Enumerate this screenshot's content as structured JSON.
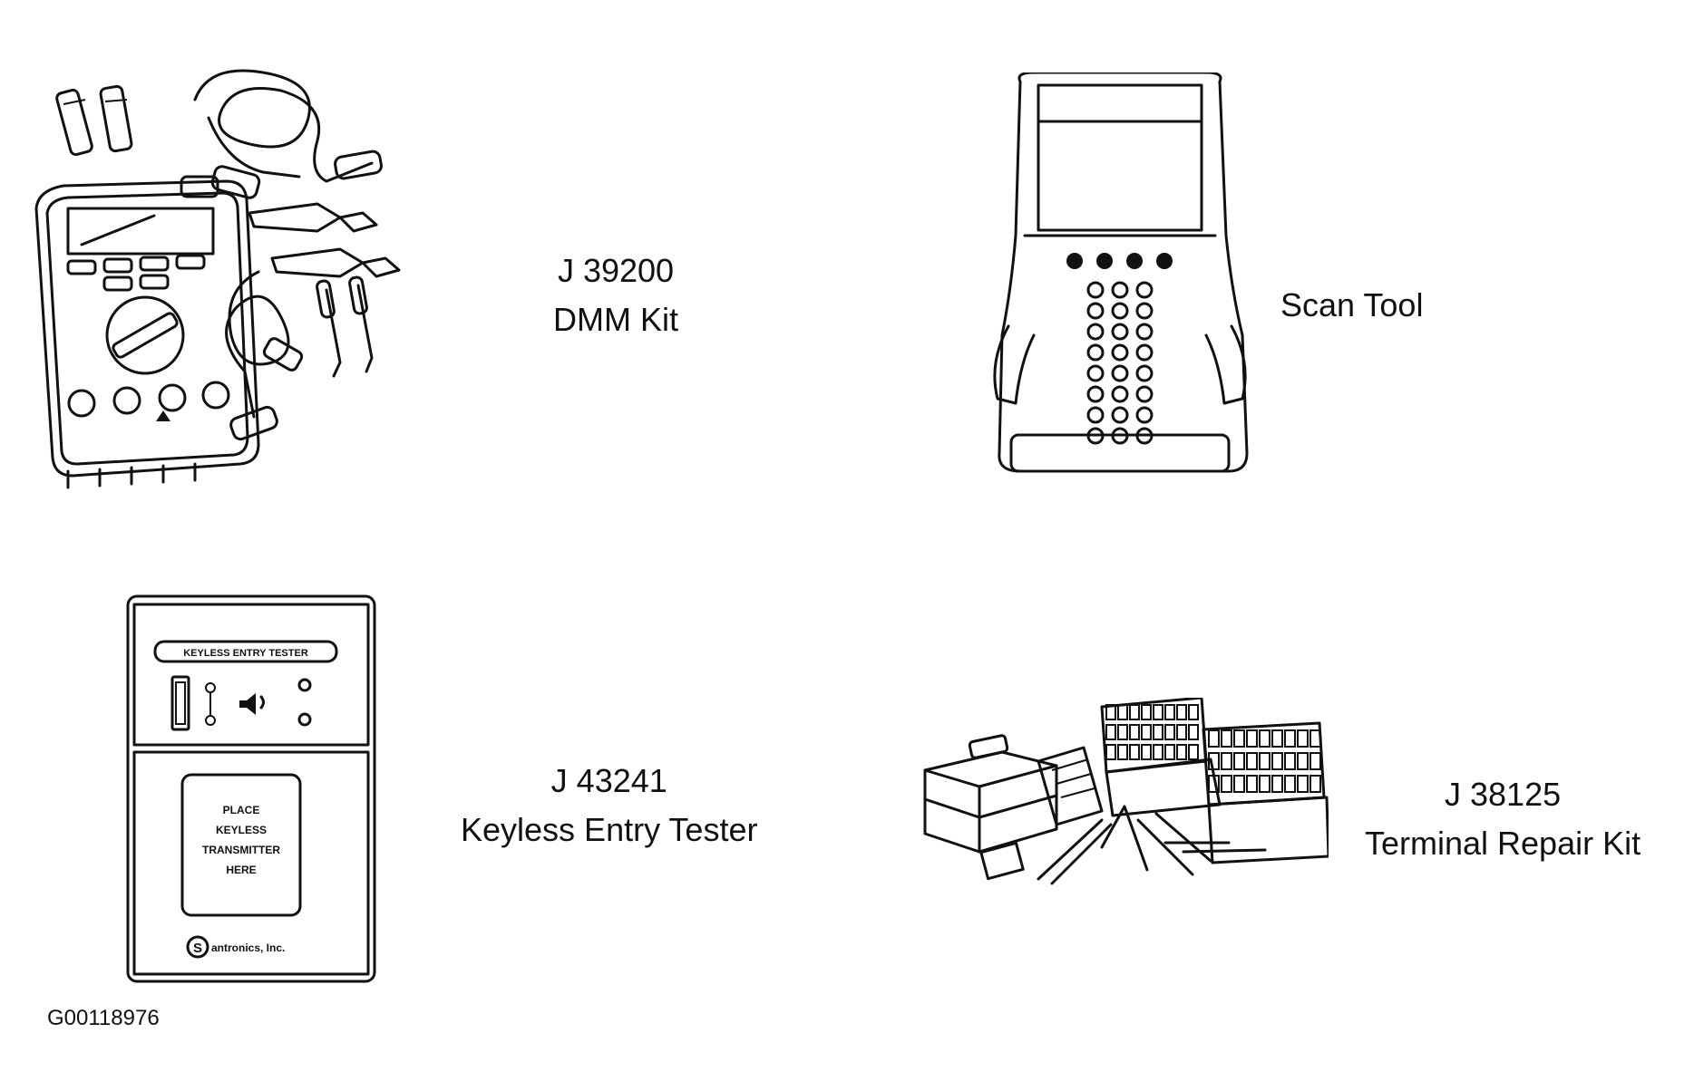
{
  "tools": [
    {
      "id": "dmm",
      "lines": [
        "J 39200",
        "DMM Kit"
      ]
    },
    {
      "id": "scan",
      "lines": [
        "Scan Tool"
      ]
    },
    {
      "id": "keyless",
      "lines": [
        "J 43241",
        "Keyless Entry Tester"
      ],
      "device_text": {
        "header": "KEYLESS ENTRY TESTER",
        "pad": [
          "PLACE",
          "KEYLESS",
          "TRANSMITTER",
          "HERE"
        ],
        "brand": "antronics, Inc."
      }
    },
    {
      "id": "terminal",
      "lines": [
        "J 38125",
        "Terminal Repair Kit"
      ]
    }
  ],
  "figure_id": "G00118976"
}
